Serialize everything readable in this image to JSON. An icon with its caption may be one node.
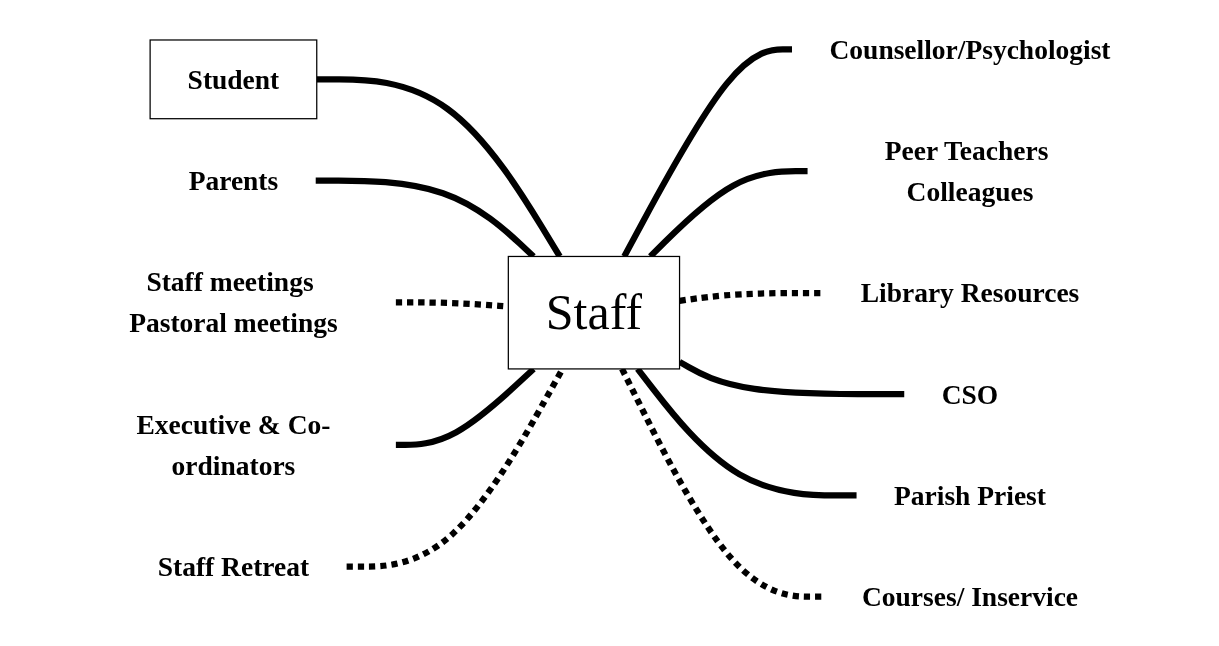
{
  "diagram": {
    "nodes": [
      {
        "text": [
          "Student"
        ]
      },
      {
        "text": [
          "Counsellor/Psychologist"
        ]
      },
      {
        "text": [
          "Peer Teachers Colleagues"
        ]
      },
      {
        "text": [
          "Parents"
        ]
      },
      {
        "text": [
          "Staff"
        ]
      },
      {
        "text": [
          "Library Resources"
        ]
      },
      {
        "text": [
          "Staff meetings Pastoral meetings"
        ]
      },
      {
        "text": [
          "CSO"
        ]
      },
      {
        "text": [
          "Executive & Co-ordinators"
        ]
      },
      {
        "text": [
          "Staff Retreat"
        ]
      },
      {
        "text": [
          "Parish Priest"
        ]
      },
      {
        "text": [
          "Courses/ Inservice"
        ]
      }
    ],
    "edges": [
      {
        "from": 0,
        "to": 4,
        "arrow": "none"
      },
      {
        "from": 4,
        "to": 1,
        "arrow": "none"
      },
      {
        "from": 4,
        "to": 2,
        "arrow": "none"
      },
      {
        "from": 3,
        "to": 4,
        "arrow": "none"
      },
      {
        "from": 4,
        "to": 5,
        "arrow": "none",
        "style": "dashed"
      },
      {
        "from": 6,
        "to": 4,
        "arrow": "none",
        "style": "dashed"
      },
      {
        "from": 4,
        "to": 7,
        "arrow": "none"
      },
      {
        "from": 8,
        "to": 4,
        "arrow": "none"
      },
      {
        "from": 9,
        "to": 4,
        "arrow": "none",
        "style": "dashed"
      },
      {
        "from": 4,
        "to": 10,
        "arrow": "none"
      },
      {
        "from": 4,
        "to": 11,
        "arrow": "none",
        "style": "dashed"
      }
    ]
  }
}
